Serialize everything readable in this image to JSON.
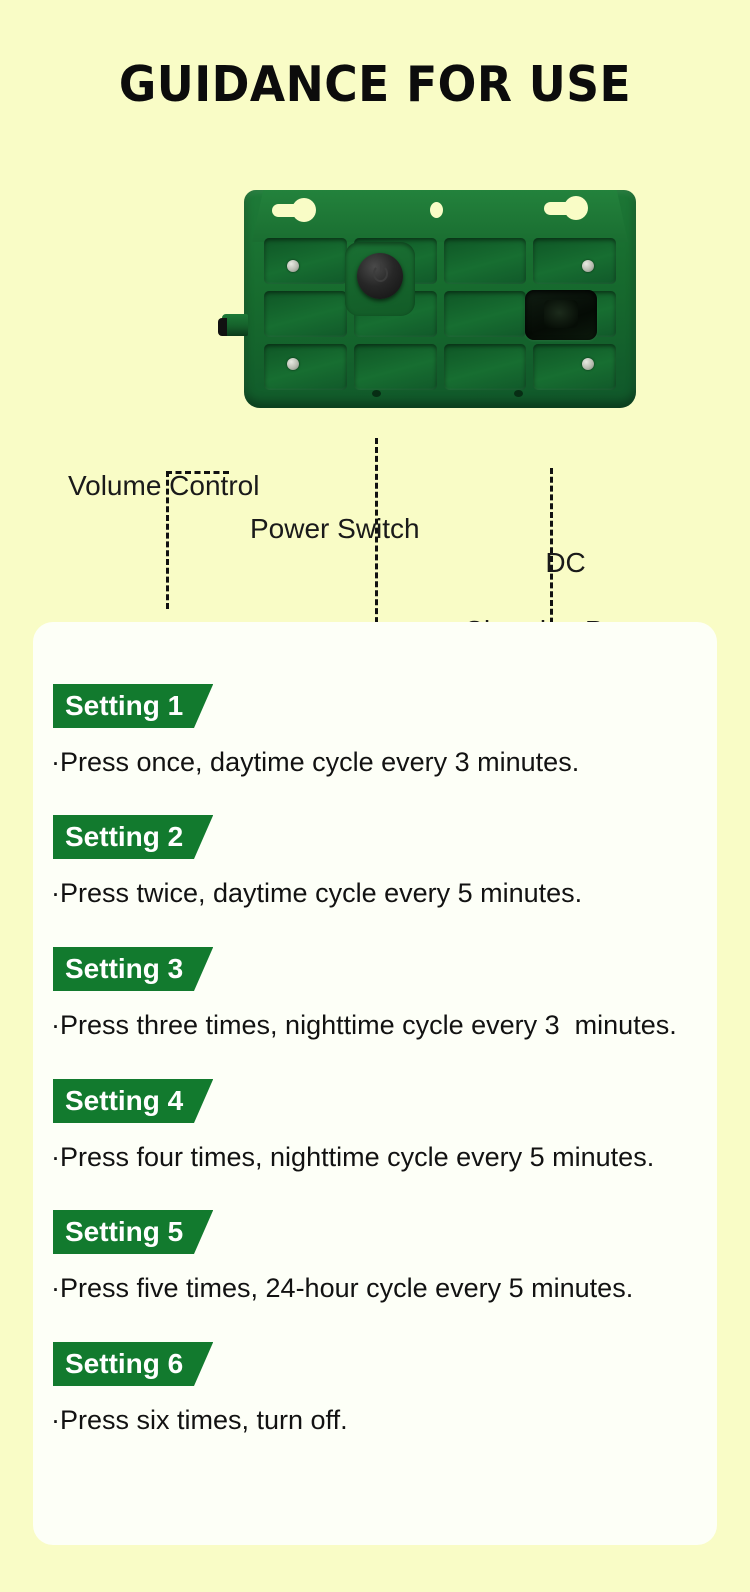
{
  "title": "GUIDANCE FOR USE",
  "colors": {
    "background": "#f9fcc6",
    "card": "#fdfff7",
    "badge_green": "#127a2e",
    "device_green": "#176b2e",
    "text": "#121212"
  },
  "device": {
    "name": "green-speaker-back-panel",
    "callouts": [
      {
        "id": "volume-control",
        "label": "Volume Control"
      },
      {
        "id": "power-switch",
        "label": "Power Switch"
      },
      {
        "id": "dc-charging-port",
        "label_line1": "DC",
        "label_line2": "Charging Port"
      }
    ]
  },
  "settings": [
    {
      "badge": "Setting 1",
      "desc": "·Press once, daytime cycle every 3 minutes."
    },
    {
      "badge": "Setting 2",
      "desc": "·Press twice, daytime cycle every 5 minutes."
    },
    {
      "badge": "Setting 3",
      "desc": "·Press three times, nighttime cycle every 3  minutes."
    },
    {
      "badge": "Setting 4",
      "desc": "·Press four times, nighttime cycle every 5 minutes."
    },
    {
      "badge": "Setting 5",
      "desc": "·Press five times, 24-hour cycle every 5 minutes."
    },
    {
      "badge": "Setting 6",
      "desc": "·Press six times, turn off."
    }
  ]
}
